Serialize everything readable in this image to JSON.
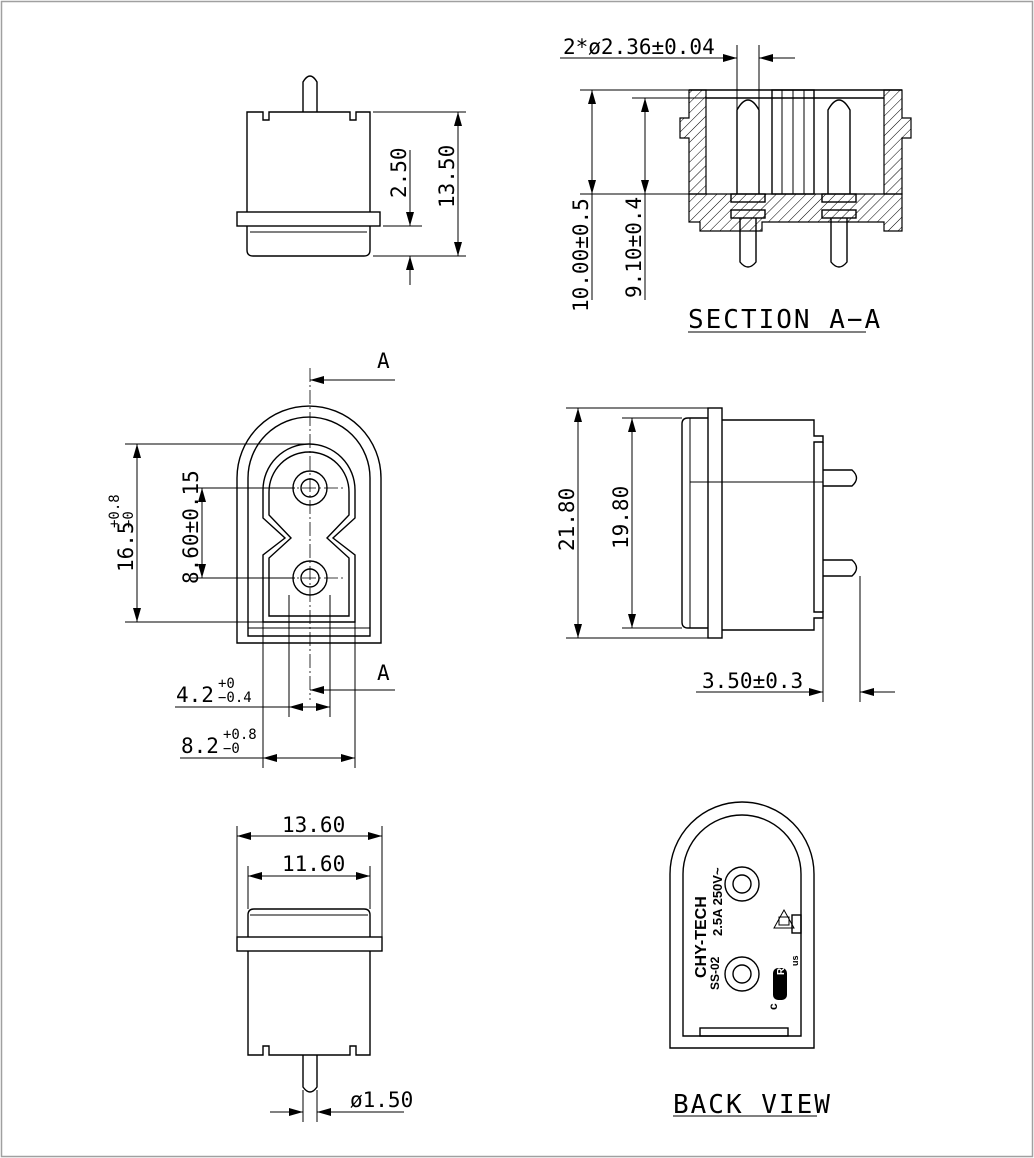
{
  "dimensions": {
    "pin_dia": "2*ø2.36±0.04",
    "h_2_50": "2.50",
    "h_13_50": "13.50",
    "h_10_00": "10.00±0.5",
    "h_9_10": "9.10±0.4",
    "h_16_5": "16.5",
    "h_16_5_tol_up": "+0.8",
    "h_16_5_tol_lo": "−0",
    "h_8_60": "8.60±0.15",
    "w_4_2": "4.2",
    "w_4_2_tol_up": "+0",
    "w_4_2_tol_lo": "−0.4",
    "w_8_2": "8.2",
    "w_8_2_tol_up": "+0.8",
    "w_8_2_tol_lo": "−0",
    "h_21_80": "21.80",
    "h_19_80": "19.80",
    "w_3_50": "3.50±0.3",
    "w_13_60": "13.60",
    "w_11_60": "11.60",
    "pin_1_50": "ø1.50"
  },
  "section_marks": {
    "top": "A",
    "bottom": "A"
  },
  "titles": {
    "section": "SECTION A−A",
    "back": "BACK VIEW"
  },
  "back_marking": {
    "brand": "CHY-TECH",
    "rating": "2.5A 250V~",
    "model": "SS-02",
    "cert_c": "c",
    "cert_us": "us",
    "cert_r": "R"
  }
}
